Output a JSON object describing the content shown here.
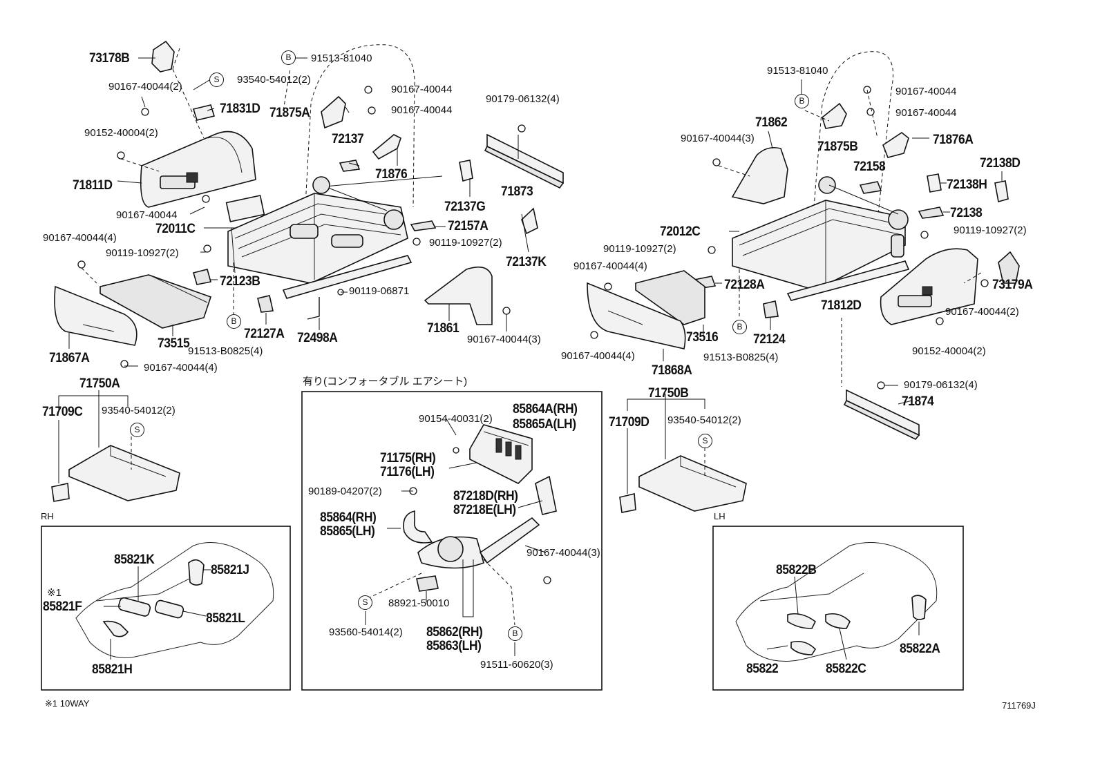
{
  "diagram_id": "711769J",
  "note": "※1 10WAY",
  "rh_label": "RH",
  "lh_label": "LH",
  "center_box_title": "有り(コンフォータブル エアシート)",
  "markers": {
    "b": "B",
    "s": "S"
  },
  "labels_big": {
    "p73178B": "73178B",
    "p71831D": "71831D",
    "p71875A": "71875A",
    "p72137": "72137",
    "p71876": "71876",
    "p71873": "71873",
    "p71811D": "71811D",
    "p72137G": "72137G",
    "p72157A": "72157A",
    "p72011C": "72011C",
    "p72137K": "72137K",
    "p72123B": "72123B",
    "p72127A": "72127A",
    "p72498A": "72498A",
    "p71861": "71861",
    "p73515": "73515",
    "p71867A": "71867A",
    "p71750A": "71750A",
    "p71709C": "71709C",
    "p71862": "71862",
    "p71875B": "71875B",
    "p71876A": "71876A",
    "p72158": "72158",
    "p72138D": "72138D",
    "p72138H": "72138H",
    "p72138": "72138",
    "p72012C": "72012C",
    "p72128A": "72128A",
    "p73179A": "73179A",
    "p71812D": "71812D",
    "p72124": "72124",
    "p73516": "73516",
    "p71868A": "71868A",
    "p71874": "71874",
    "p71750B": "71750B",
    "p71709D": "71709D",
    "p85864A": "85864A(RH)",
    "p85865A": "85865A(LH)",
    "p71175": "71175(RH)",
    "p71176": "71176(LH)",
    "p87218D": "87218D(RH)",
    "p87218E": "87218E(LH)",
    "p85864": "85864(RH)",
    "p85865": "85865(LH)",
    "p85862": "85862(RH)",
    "p85863": "85863(LH)",
    "p85821K": "85821K",
    "p85821J": "85821J",
    "p85821F": "85821F",
    "p85821L": "85821L",
    "p85821H": "85821H",
    "p85822B": "85822B",
    "p85822A": "85822A",
    "p85822": "85822",
    "p85822C": "85822C",
    "star1": "※1"
  },
  "labels_small": {
    "s1": "91513-81040",
    "s2": "93540-54012(2)",
    "s3": "90167-40044(2)",
    "s4": "90167-40044",
    "s5": "90167-40044",
    "s6": "90179-06132(4)",
    "s7": "90152-40004(2)",
    "s8": "90167-40044",
    "s9": "90167-40044(4)",
    "s10": "90119-10927(2)",
    "s11": "90119-10927(2)",
    "s12": "90119-06871",
    "s13": "90167-40044(3)",
    "s14": "91513-B0825(4)",
    "s15": "90167-40044(4)",
    "s16": "93540-54012(2)",
    "s17": "91513-81040",
    "s18": "90167-40044",
    "s19": "90167-40044",
    "s20": "90167-40044(3)",
    "s21": "90119-10927(2)",
    "s22": "90119-10927(2)",
    "s23": "90167-40044(4)",
    "s24": "90167-40044(2)",
    "s25": "90152-40004(2)",
    "s26": "91513-B0825(4)",
    "s27": "90167-40044(4)",
    "s28": "90179-06132(4)",
    "s29": "93540-54012(2)",
    "s30": "90154-40031(2)",
    "s31": "90189-04207(2)",
    "s32": "90167-40044(3)",
    "s33": "88921-50010",
    "s34": "93560-54014(2)",
    "s35": "91511-60620(3)"
  }
}
